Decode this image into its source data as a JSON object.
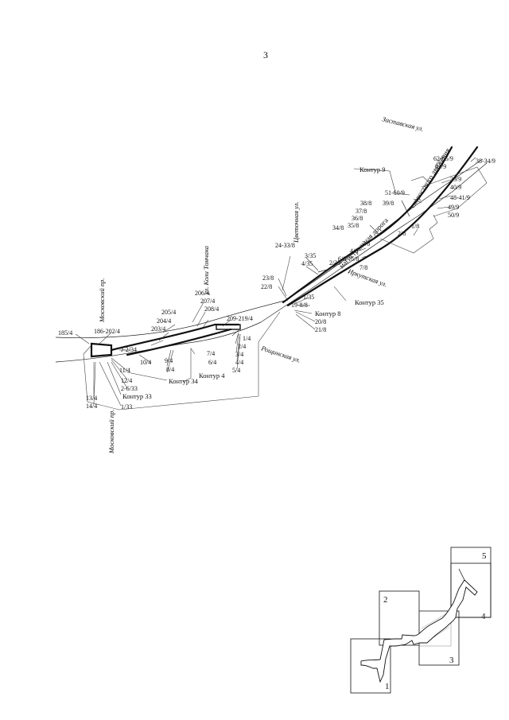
{
  "page_number": "3",
  "streets": {
    "zastavskaya": "Заставская ул.",
    "tsvetochnaya": "Цветочная ул.",
    "koli_tomchaka": "ул. Коли Томчака",
    "moskovsky_top": "Московский пр.",
    "moskovsky_bottom": "Московский пр.",
    "irkutskaya": "Иркутская ул.",
    "roshchinskaya": "Рощинская ул.",
    "magistral": "магистральная дорога",
    "skorostnogo": "скоростного движения"
  },
  "contours": {
    "c9": "Контур 9",
    "c35": "Контур 35",
    "c8": "Контур 8",
    "c4": "Контур 4",
    "c34": "Контур 34",
    "c33": "Контур 33"
  },
  "labels": {
    "l_62_65_9": "62-65/9",
    "l_61_9": "61/9",
    "l_38_34_9": "38-34/9",
    "l_51_60_9": "51-60/9",
    "l_39_9": "39/9",
    "l_40_9": "40/9",
    "l_48_41_9": "48-41/9",
    "l_49_9": "49/9",
    "l_50_9": "50/9",
    "l_38_8": "38/8",
    "l_39_8": "39/8",
    "l_37_8": "37/8",
    "l_36_8": "36/8",
    "l_35_8": "35/8",
    "l_34_8": "34/8",
    "l_2_8": "2/8",
    "l_1_8": "1/8",
    "l_24_33_8": "24-33/8",
    "l_3_35": "3/35",
    "l_4_35": "4/35",
    "l_2_35": "2/35",
    "l_3_8": "3/8",
    "l_4_8": "4/8",
    "l_6_8": "6/8",
    "l_5_8": "5/8",
    "l_7_8": "7/8",
    "l_23_8": "23/8",
    "l_22_8": "22/8",
    "l_1_35": "1/35",
    "l_19_8_8": "19-8/8",
    "l_20_8": "20/8",
    "l_21_8": "21/8",
    "l_206_4": "206/4",
    "l_207_4": "207/4",
    "l_208_4": "208/4",
    "l_205_4": "205/4",
    "l_204_4": "204/4",
    "l_203_4": "203/4",
    "l_209_219_4": "209-219/4",
    "l_185_4": "185/4",
    "l_186_202_4": "186-202/4",
    "l_j_2_34": "J-2/34",
    "l_1_4": "1/4",
    "l_2_4": "2/4",
    "l_3_4": "3/4",
    "l_4_4": "4/4",
    "l_5_4": "5/4",
    "l_7_4": "7/4",
    "l_6_4": "6/4",
    "l_9_4": "9/4",
    "l_8_4": "8/4",
    "l_10_4": "10/4",
    "l_11_4": "11/4",
    "l_12_4": "12/4",
    "l_2_6_33": "2-6/33",
    "l_13_4": "13/4",
    "l_14_4": "14/4",
    "l_1_33": "1/33"
  },
  "index_map": {
    "sheets": [
      "1",
      "2",
      "3",
      "4",
      "5"
    ]
  }
}
